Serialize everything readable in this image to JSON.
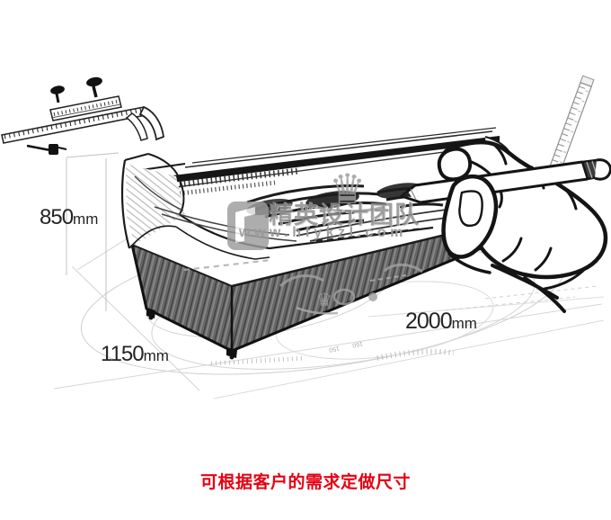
{
  "image": {
    "background_color": "#ffffff",
    "ink_color": "#1b1b1b",
    "pencil_line_color": "#c9c9c9",
    "base_gray": "#6e6e6e"
  },
  "dimension_labels": {
    "height": {
      "value": "850",
      "unit": "mm"
    },
    "depth": {
      "value": "1150",
      "unit": "mm"
    },
    "length": {
      "value": "2000",
      "unit": "mm"
    }
  },
  "watermark": {
    "brand_text": "精英设计团队",
    "url_text": "www.hfykzl.com",
    "color": "#909090",
    "crown_icon": "♛"
  },
  "construction_numbers": {
    "a": "150",
    "b": "160"
  },
  "footnote": {
    "text": "可根据客户的需求定做尺寸",
    "color": "#e60012"
  }
}
